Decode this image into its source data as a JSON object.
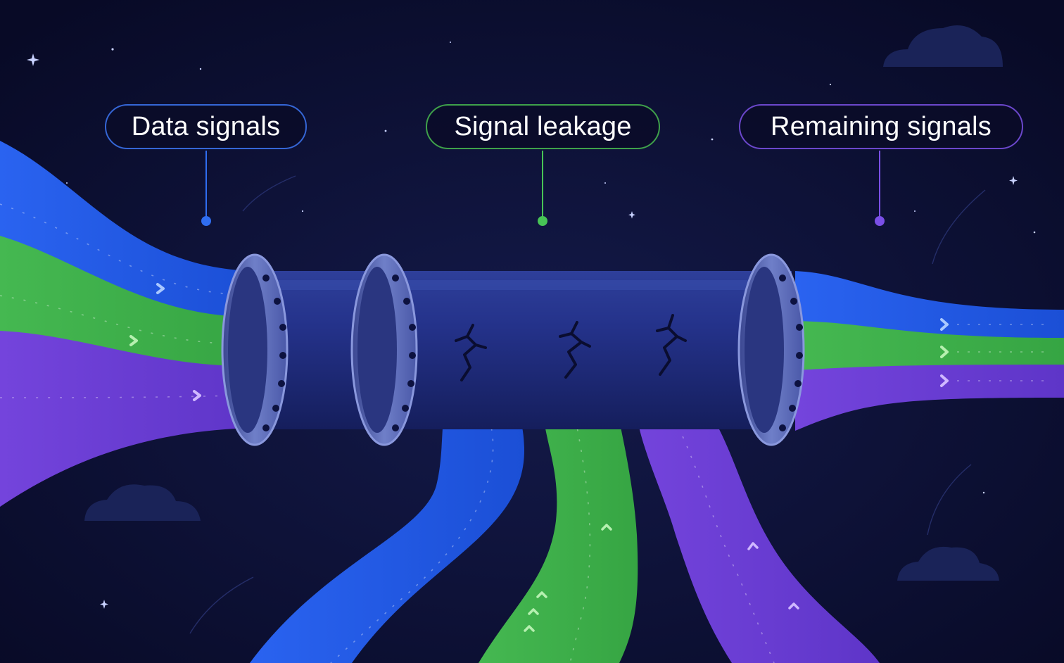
{
  "labels": {
    "data_signals": "Data signals",
    "signal_leakage": "Signal leakage",
    "remaining_signals": "Remaining signals"
  },
  "colors": {
    "background": "#0b0d2e",
    "blue": "#1f5be8",
    "green": "#3eb04a",
    "purple": "#6a3fd6",
    "pipe": "#23307a",
    "flange": "#5c6bb5"
  }
}
